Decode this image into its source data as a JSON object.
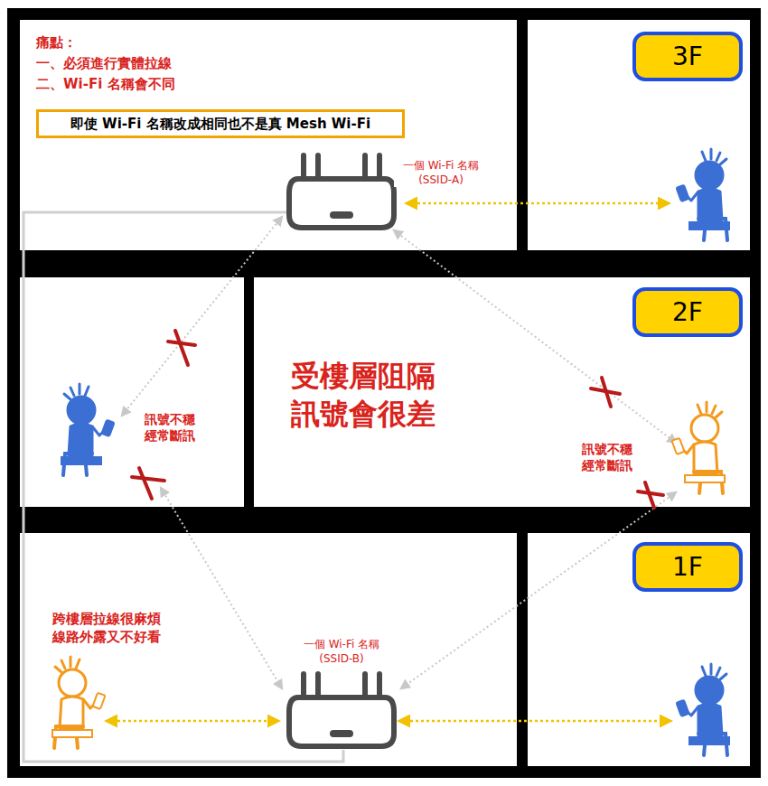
{
  "diagram": {
    "nodes": [
      {
        "text": [
          "即使 Wi-Fi 名稱改成相同也不是真 Mesh Wi-Fi"
        ]
      },
      {
        "text": [
          "3F"
        ]
      },
      {
        "text": [
          "2F"
        ]
      },
      {
        "text": [
          "1F"
        ]
      }
    ],
    "labels": [
      "痛點：",
      "一、必須進行實體拉線",
      "二、Wi-Fi 名稱會不同",
      "一個 Wi-Fi 名稱 (SSID-A)",
      "受樓層阻隔 訊號會很差",
      "訊號不穩 經常斷訊",
      "訊號不穩 經常斷訊",
      "跨樓層拉線很麻煩 線路外露又不好看",
      "一個 Wi-Fi 名稱 (SSID-B)"
    ]
  }
}
